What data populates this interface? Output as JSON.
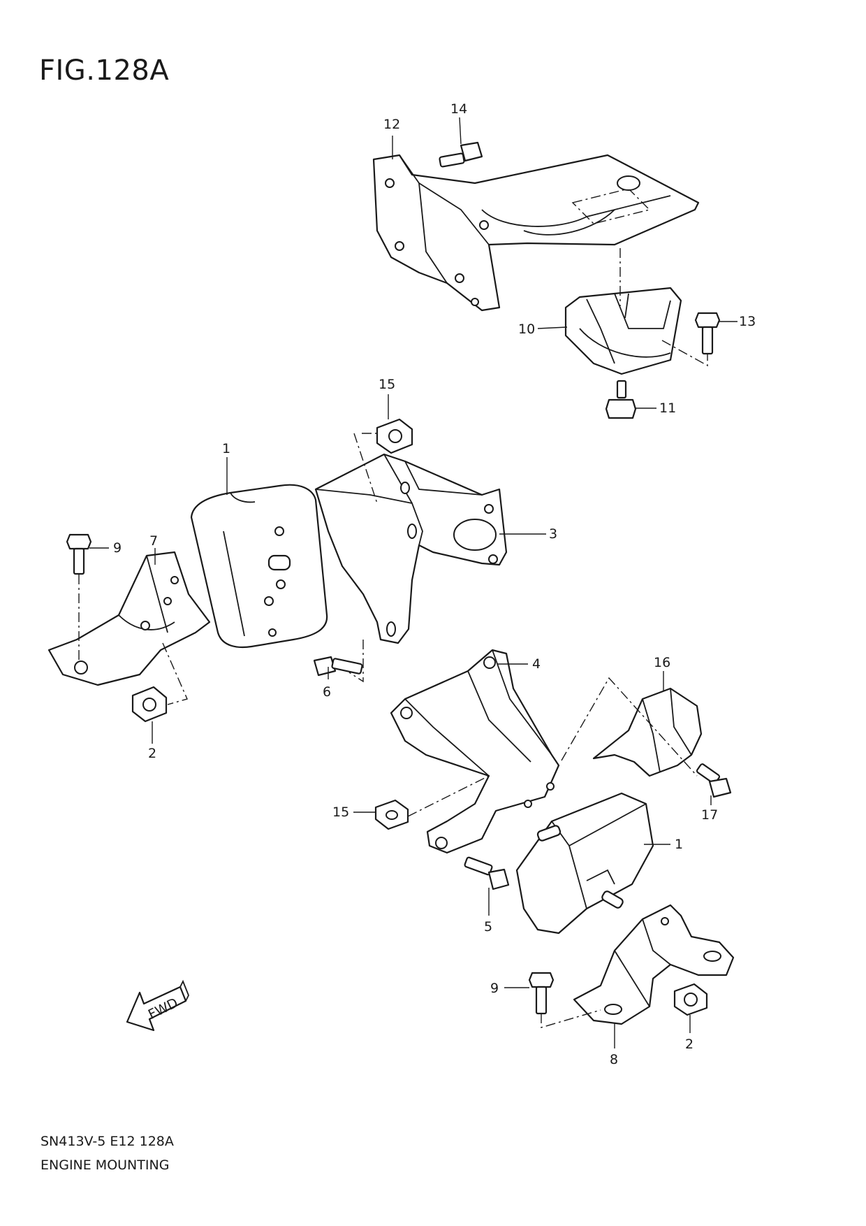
{
  "figure": {
    "title": "FIG.128A",
    "code": "SN413V-5 E12 128A",
    "name": "ENGINE MOUNTING"
  },
  "callouts": {
    "c1a": "1",
    "c1b": "1",
    "c2a": "2",
    "c2b": "2",
    "c3": "3",
    "c4": "4",
    "c5": "5",
    "c6": "6",
    "c7": "7",
    "c8": "8",
    "c9a": "9",
    "c9b": "9",
    "c10": "10",
    "c11": "11",
    "c12": "12",
    "c13": "13",
    "c14": "14",
    "c15a": "15",
    "c15b": "15",
    "c16": "16",
    "c17": "17"
  },
  "fwd_arrow": {
    "label": "FWD"
  }
}
